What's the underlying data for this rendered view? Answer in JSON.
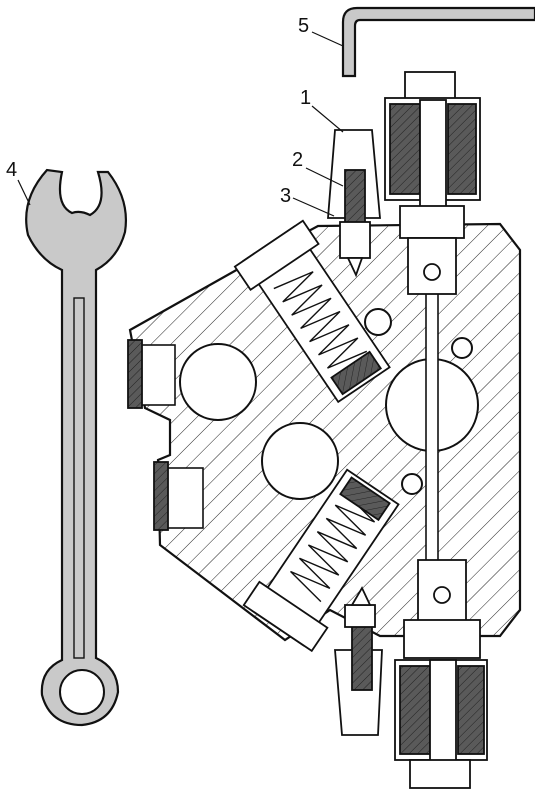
{
  "callouts": [
    {
      "id": "1",
      "label": "1"
    },
    {
      "id": "2",
      "label": "2"
    },
    {
      "id": "3",
      "label": "3"
    },
    {
      "id": "4",
      "label": "4"
    },
    {
      "id": "5",
      "label": "5"
    }
  ],
  "colors": {
    "line": "#111111",
    "hatch_fill": "#ffffff",
    "solid_part": "#555555",
    "wrench_fill": "#c9c9c9"
  }
}
